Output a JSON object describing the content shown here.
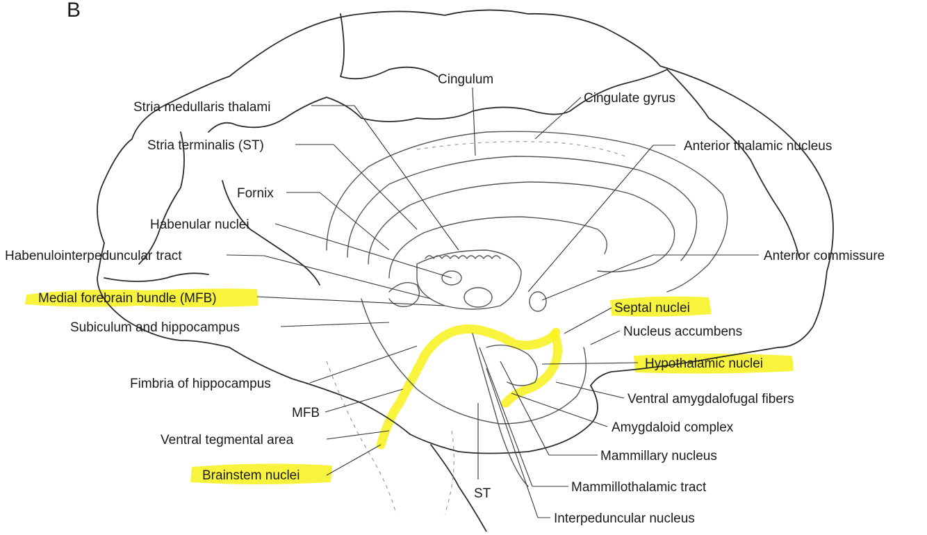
{
  "panel_letter": "B",
  "highlight_color": "#f7f21c",
  "labels": {
    "cingulum": "Cingulum",
    "cingulate_gyrus": "Cingulate gyrus",
    "stria_medullaris": "Stria medullaris thalami",
    "stria_terminalis": "Stria terminalis (ST)",
    "anterior_thalamic": "Anterior thalamic nucleus",
    "fornix": "Fornix",
    "habenular_nuclei": "Habenular nuclei",
    "habenulointerpeduncular": "Habenulointerpeduncular tract",
    "anterior_commissure": "Anterior commissure",
    "mfb_full": "Medial forebrain bundle (MFB)",
    "septal_nuclei": "Septal nuclei",
    "subiculum": "Subiculum and hippocampus",
    "nucleus_accumbens": "Nucleus accumbens",
    "hypothalamic_nuclei": "Hypothalamic nuclei",
    "fimbria": "Fimbria of hippocampus",
    "ventral_amygdalofugal": "Ventral amygdalofugal fibers",
    "mfb": "MFB",
    "amygdaloid_complex": "Amygdaloid complex",
    "ventral_tegmental": "Ventral tegmental area",
    "mammillary_nucleus": "Mammillary nucleus",
    "brainstem_nuclei": "Brainstem nuclei",
    "st": "ST",
    "mammillothalamic": "Mammillothalamic tract",
    "interpeduncular": "Interpeduncular nucleus"
  }
}
